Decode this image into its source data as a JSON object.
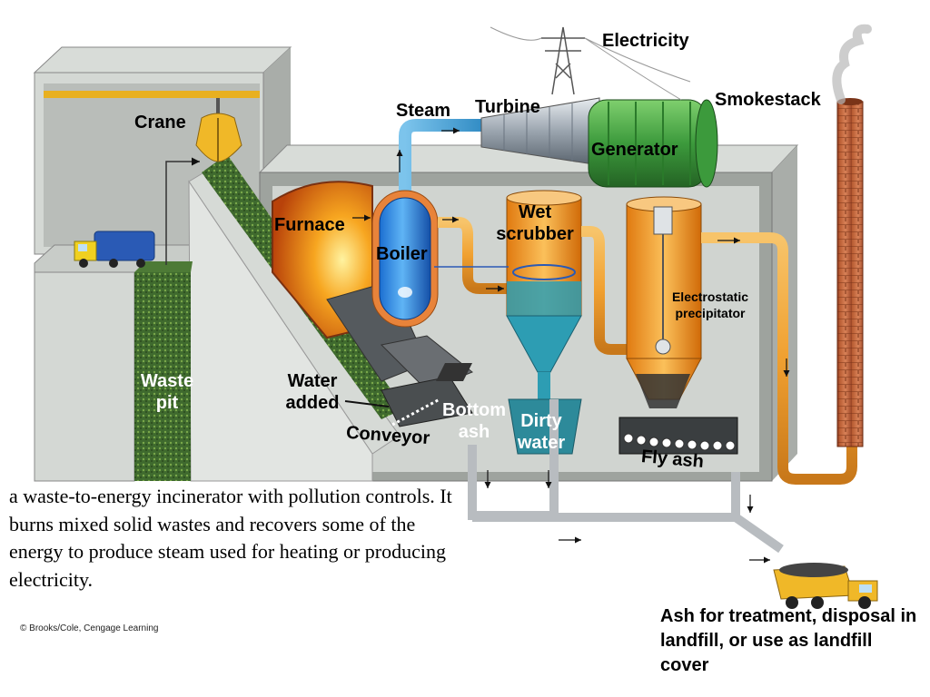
{
  "labels": {
    "electricity": "Electricity",
    "smokestack": "Smokestack",
    "steam": "Steam",
    "turbine": "Turbine",
    "generator": "Generator",
    "crane": "Crane",
    "furnace": "Furnace",
    "boiler": "Boiler",
    "wet_scrubber_1": "Wet",
    "wet_scrubber_2": "scrubber",
    "precipitator_1": "Electrostatic",
    "precipitator_2": "precipitator",
    "waste_pit_1": "Waste",
    "waste_pit_2": "pit",
    "water_added_1": "Water",
    "water_added_2": "added",
    "bottom_ash_1": "Bottom",
    "bottom_ash_2": "ash",
    "dirty_water_1": "Dirty",
    "dirty_water_2": "water",
    "conveyor": "Conveyor",
    "fly_ash": "Fly ash"
  },
  "caption": "a waste-to-energy incinerator with pollution controls. It burns mixed solid wastes and recovers some of the energy to produce steam used for heating or producing electricity.",
  "ash_note": "Ash for treatment, disposal in landfill, or use as landfill cover",
  "copyright": "© Brooks/Cole, Cengage Learning",
  "colors": {
    "steam_pipe": "#3ea0d8",
    "flue_pipe": "#f0a030",
    "generator": "#3c9a3c",
    "building": "#c8ccc8",
    "waste": "#3f6a2e",
    "water": "#2d9db3"
  }
}
